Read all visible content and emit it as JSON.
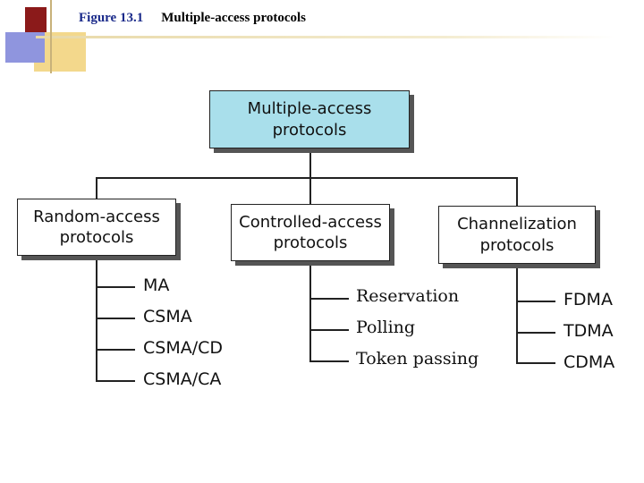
{
  "header": {
    "figure_number": "Figure 13.1",
    "figure_title": "Multiple-access protocols"
  },
  "diagram": {
    "root": {
      "line1": "Multiple-access",
      "line2": "protocols"
    },
    "categories": [
      {
        "line1": "Random-access",
        "line2": "protocols",
        "items": [
          "MA",
          "CSMA",
          "CSMA/CD",
          "CSMA/CA"
        ]
      },
      {
        "line1": "Controlled-access",
        "line2": "protocols",
        "items": [
          "Reservation",
          "Polling",
          "Token passing"
        ]
      },
      {
        "line1": "Channelization",
        "line2": "protocols",
        "items": [
          "FDMA",
          "TDMA",
          "CDMA"
        ]
      }
    ]
  },
  "colors": {
    "root_fill": "#a9dfeb",
    "figure_number": "#1a2a8a",
    "deco_red": "#8b1a1a",
    "deco_blue": "#7f86d9",
    "deco_gold": "#f0cf7a"
  }
}
